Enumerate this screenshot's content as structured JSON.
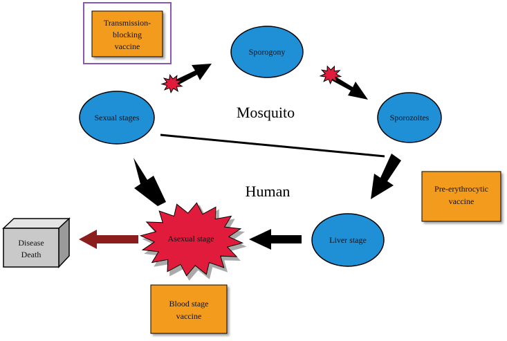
{
  "colors": {
    "stage_fill": "#1f8fd6",
    "vaccine_fill": "#f29b1f",
    "burst_fill": "#e11b3b",
    "arrow_main": "#000000",
    "arrow_death": "#8c1d1d",
    "box_grey": "#c9c9c9",
    "highlight_border": "#8a55b5"
  },
  "regions": {
    "mosquito": "Mosquito",
    "human": "Human"
  },
  "stages": {
    "sporogony": "Sporogony",
    "sporozoites": "Sporozoites",
    "liver": "Liver stage",
    "asexual": "Asexual stage",
    "sexual": "Sexual stages"
  },
  "vaccines": {
    "transmission_blocking": [
      "Transmission-",
      "blocking",
      "vaccine"
    ],
    "pre_erythrocytic": [
      "Pre-erythrocytic",
      "vaccine"
    ],
    "blood_stage": [
      "Blood stage",
      "vaccine"
    ]
  },
  "outcome": [
    "Disease",
    "Death"
  ]
}
